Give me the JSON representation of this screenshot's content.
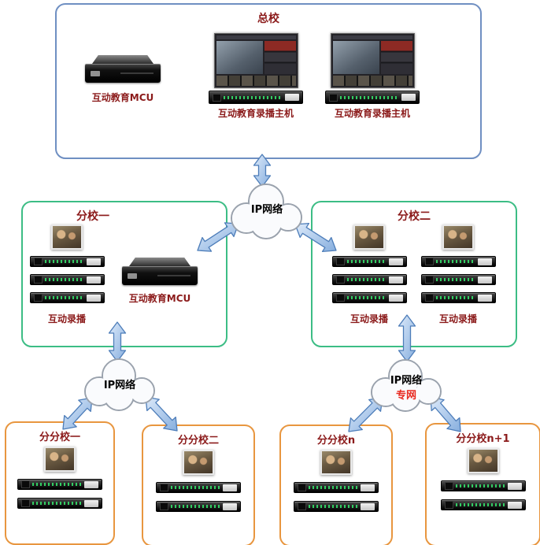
{
  "palette": {
    "hq_border": "#6f8fc2",
    "branch_border": "#3cbd85",
    "sub_border": "#e8963f",
    "label_color": "#8b1a1a",
    "subnet_color": "#e8281e",
    "arrow_fill": "#9fc0e8"
  },
  "hq": {
    "title": "总校",
    "mcu_label": "互动教育MCU",
    "host1_label": "互动教育录播主机",
    "host2_label": "互动教育录播主机"
  },
  "clouds": {
    "top": "IP网络",
    "left": "IP网络",
    "right": "IP网络",
    "right_sub": "专网"
  },
  "branch1": {
    "title": "分校一",
    "recorder_label": "互动录播",
    "mcu_label": "互动教育MCU"
  },
  "branch2": {
    "title": "分校二",
    "recorder_left": "互动录播",
    "recorder_right": "互动录播"
  },
  "subs": [
    {
      "title": "分分校一"
    },
    {
      "title": "分分校二"
    },
    {
      "title": "分分校n"
    },
    {
      "title": "分分校n+1"
    }
  ]
}
